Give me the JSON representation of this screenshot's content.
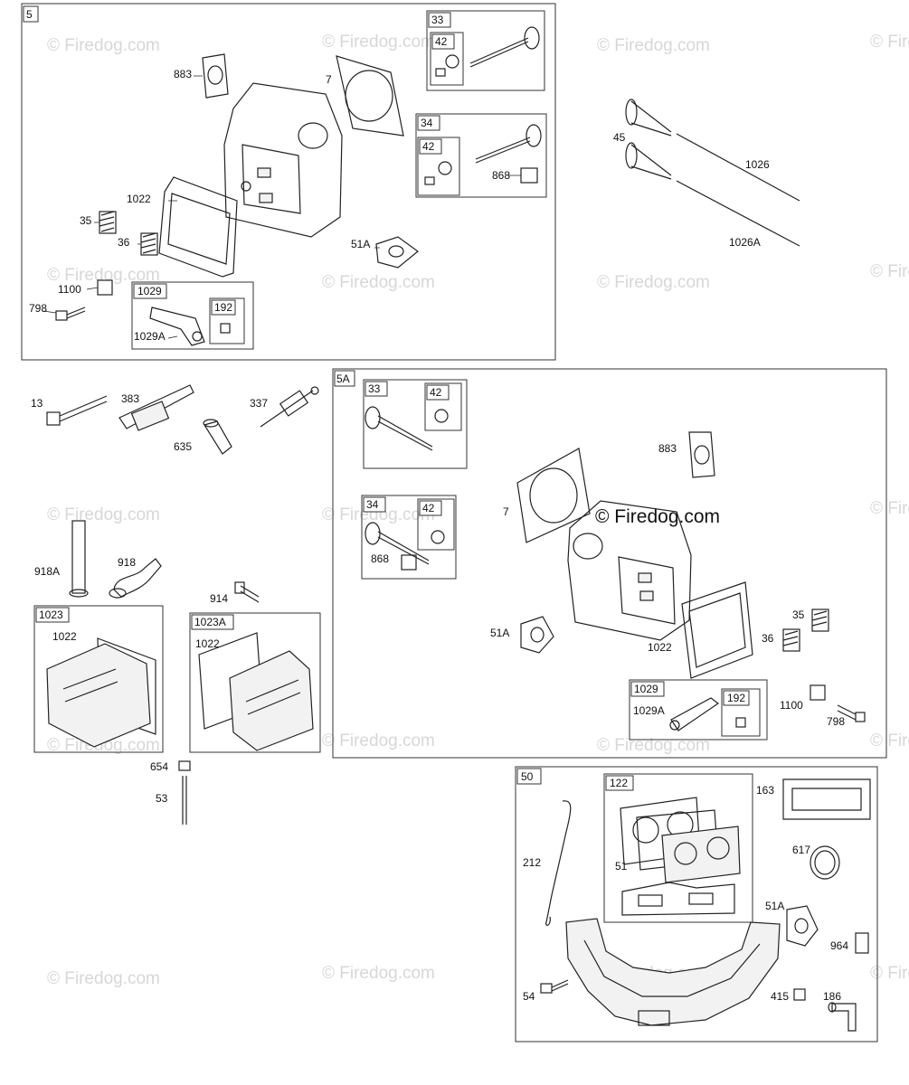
{
  "watermark": "© Firedog.com",
  "watermark_center": "© Firedog.com",
  "groups": {
    "g5": "5",
    "g5a": "5A",
    "g50": "50",
    "g1023": "1023",
    "g1023a": "1023A",
    "g33a": "33",
    "g34a": "34",
    "g1029a": "1029",
    "g33b": "33",
    "g34b": "34",
    "g1029b": "1029",
    "g122": "122",
    "g42a": "42",
    "g42b": "42",
    "g42c": "42",
    "g42d": "42",
    "g192a": "192",
    "g192b": "192"
  },
  "labels": {
    "p883a": "883",
    "p7a": "7",
    "p1022a": "1022",
    "p35a": "35",
    "p36a": "36",
    "p51Aa": "51A",
    "p1100a": "1100",
    "p798a": "798",
    "p1029Aa": "1029A",
    "p868a": "868",
    "p45": "45",
    "p1026": "1026",
    "p1026A": "1026A",
    "p13": "13",
    "p383": "383",
    "p337": "337",
    "p635": "635",
    "p918A": "918A",
    "p918": "918",
    "p914": "914",
    "p1022b": "1022",
    "p1022c": "1022",
    "p654": "654",
    "p53": "53",
    "p883b": "883",
    "p7b": "7",
    "p868b": "868",
    "p51Ab": "51A",
    "p1022d": "1022",
    "p35b": "35",
    "p36b": "36",
    "p1029Ab": "1029A",
    "p1100b": "1100",
    "p798b": "798",
    "p163": "163",
    "p212": "212",
    "p51": "51",
    "p617": "617",
    "p51Ac": "51A",
    "p964": "964",
    "p54": "54",
    "p415": "415",
    "p186": "186"
  }
}
